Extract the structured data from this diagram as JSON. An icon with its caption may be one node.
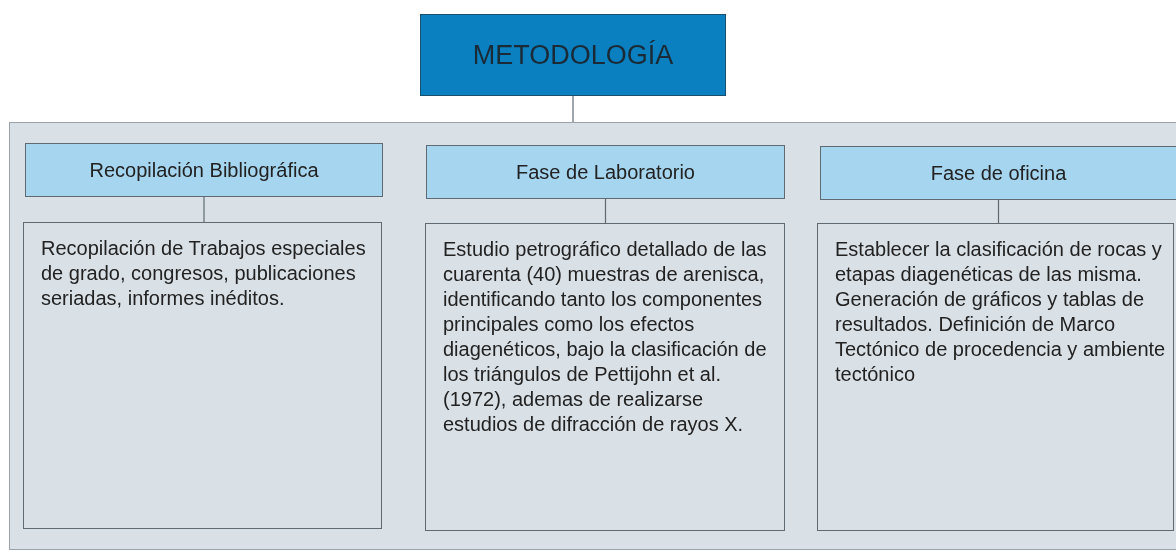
{
  "diagram": {
    "nodes": [
      {
        "text": [
          "METODOLOGÍA"
        ]
      },
      {
        "text": [],
        "shape": "box"
      },
      {
        "text": [
          "Recopilación Bibliográfica"
        ],
        "in": 1
      },
      {
        "text": [
          "Recopilación de Trabajos especiales de grado, congresos, publicaciones seriadas, informes inéditos."
        ],
        "in": 1
      },
      {
        "text": [
          "Fase de Laboratorio"
        ],
        "in": 1
      },
      {
        "text": [
          "Estudio petrográfico detallado de las cuarenta (40) muestras de arenisca, identificando tanto los componentes principales como los efectos diagenéticos, bajo la clasificación de los triángulos de Pettijohn et al. (1972), ademas de realizarse estudios de difracción de rayos X."
        ],
        "in": 1
      },
      {
        "text": [
          "Fase de oficina"
        ],
        "in": 1
      },
      {
        "text": [
          "Establecer la clasificación de rocas y etapas diagenéticas de las misma. Generación de gráficos y tablas de resultados. Definición de Marco Tectónico de procedencia y ambiente tectónico"
        ],
        "in": 1
      }
    ],
    "edges": [
      {
        "from": 0,
        "to": 1,
        "arrow": "none"
      },
      {
        "from": 2,
        "to": 3,
        "arrow": "none"
      },
      {
        "from": 4,
        "to": 5,
        "arrow": "none"
      },
      {
        "from": 6,
        "to": 7,
        "arrow": "none"
      }
    ]
  }
}
